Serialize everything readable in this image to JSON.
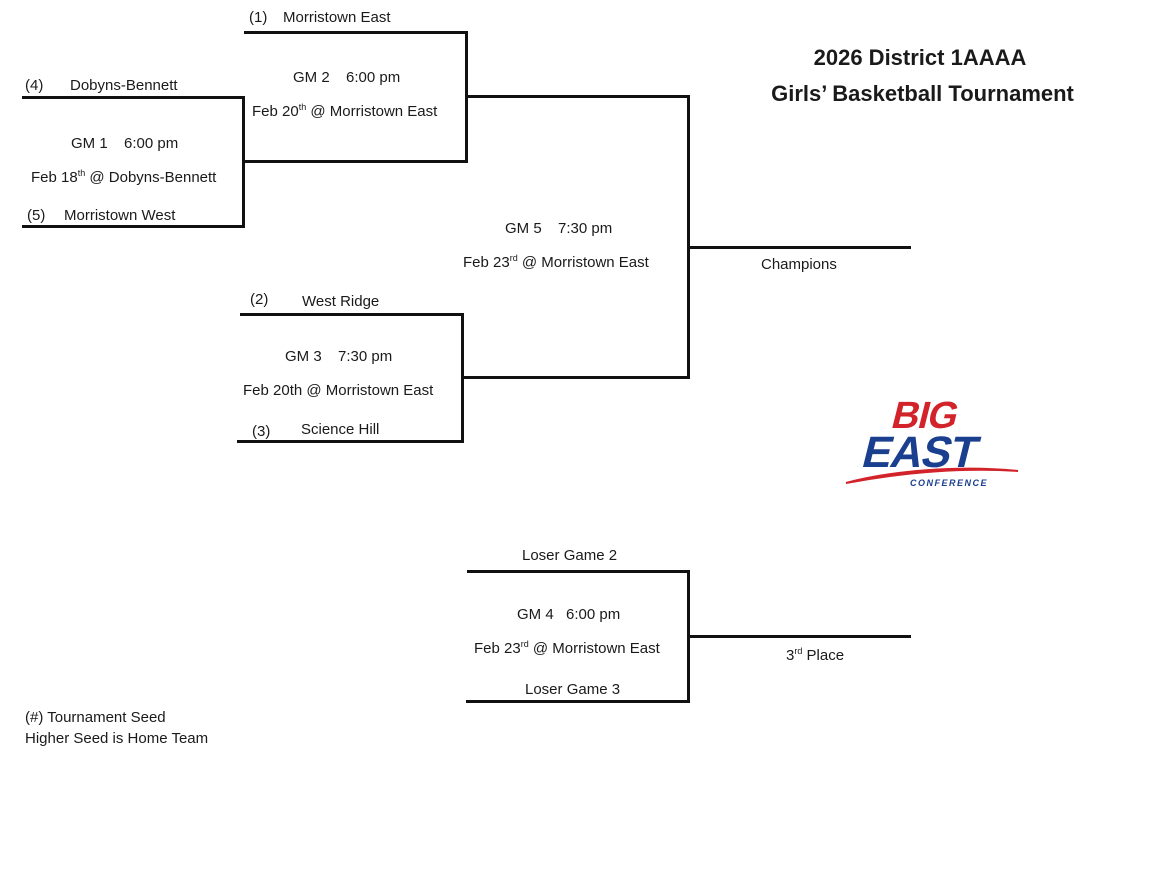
{
  "title": {
    "line1": "2026 District 1AAAA",
    "line2": "Girls’ Basketball Tournament"
  },
  "teams": {
    "t1": {
      "seed": "(1)",
      "name": "Morristown East"
    },
    "t4": {
      "seed": "(4)",
      "name": "Dobyns-Bennett"
    },
    "t5": {
      "seed": "(5)",
      "name": "Morristown West"
    },
    "t2": {
      "seed": "(2)",
      "name": "West Ridge"
    },
    "t3": {
      "seed": "(3)",
      "name": "Science Hill"
    }
  },
  "games": {
    "gm1": {
      "label": "GM 1",
      "time": "6:00 pm",
      "date": "Feb 18",
      "suffix": "th",
      "venue": " @ Dobyns-Bennett"
    },
    "gm2": {
      "label": "GM 2",
      "time": "6:00 pm",
      "date": "Feb 20",
      "suffix": "th",
      "venue": " @ Morristown East"
    },
    "gm3": {
      "label": "GM 3",
      "time": "7:30 pm",
      "date": "Feb 20th @ Morristown East"
    },
    "gm5": {
      "label": "GM 5",
      "time": "7:30 pm",
      "date": "Feb 23",
      "suffix": "rd",
      "venue": " @ Morristown East"
    },
    "gm4": {
      "label": "GM 4",
      "time": "6:00 pm",
      "date": "Feb 23",
      "suffix": "rd",
      "venue": " @ Morristown East"
    }
  },
  "consolation": {
    "top": "Loser Game 2",
    "bottom": "Loser Game 3"
  },
  "results": {
    "champions": "Champions",
    "third_num": "3",
    "third_suffix": "rd",
    "third_rest": " Place"
  },
  "legend": {
    "line1": "(#) Tournament Seed",
    "line2": "Higher Seed is Home Team"
  },
  "logo": {
    "top_word": "BIG",
    "main_word": "EAST",
    "sub_word": "CONFERENCE",
    "red": "#d2232a",
    "blue": "#1b3f8f"
  }
}
